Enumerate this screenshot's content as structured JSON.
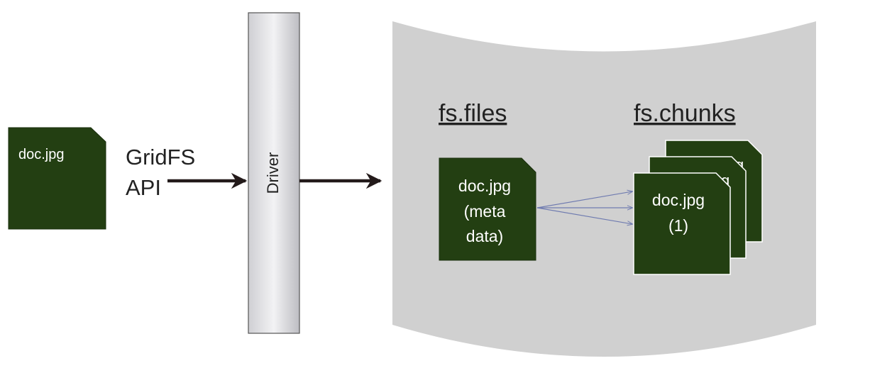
{
  "source_doc": {
    "label": "doc.jpg"
  },
  "api_label": {
    "line1": "GridFS",
    "line2": "API"
  },
  "driver": {
    "label": "Driver"
  },
  "database": {
    "files": {
      "title": "fs.files",
      "doc": {
        "line1": "doc.jpg",
        "line2": "(meta",
        "line3": "data)"
      }
    },
    "chunks": {
      "title": "fs.chunks",
      "doc": {
        "line1": "doc.jpg",
        "line2": "(1)"
      }
    }
  },
  "colors": {
    "doc_fill": "#233f12",
    "doc_text": "#ffffff",
    "cylinder": "#d0d0d0",
    "arrow": "#231a1a",
    "link_arrow": "#6f7bb0",
    "text": "#222222"
  }
}
